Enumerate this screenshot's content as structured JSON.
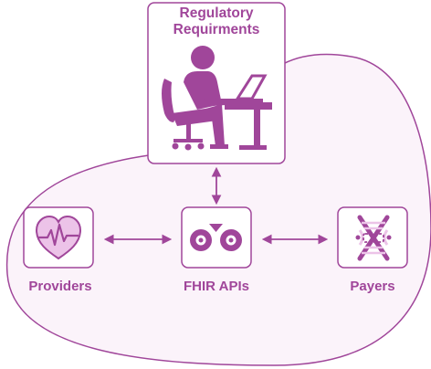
{
  "diagram": {
    "colors": {
      "accent": "#a0469a",
      "blob_fill": "#fbf3fa",
      "card_fill": "#ffffff",
      "icon_fill": "#ecc3e8"
    },
    "nodes": {
      "regulatory": {
        "title_line1": "Regulatory",
        "title_line2": "Requirments",
        "icon": "person-at-desk-icon"
      },
      "providers": {
        "label": "Providers",
        "icon": "heart-pulse-icon"
      },
      "fhir": {
        "label": "FHIR APIs",
        "icon": "fhir-logo-icon"
      },
      "payers": {
        "label": "Payers",
        "icon": "dna-helix-icon"
      }
    },
    "edges": [
      {
        "from": "regulatory",
        "to": "fhir",
        "direction": "both"
      },
      {
        "from": "providers",
        "to": "fhir",
        "direction": "both"
      },
      {
        "from": "fhir",
        "to": "payers",
        "direction": "both"
      }
    ]
  }
}
